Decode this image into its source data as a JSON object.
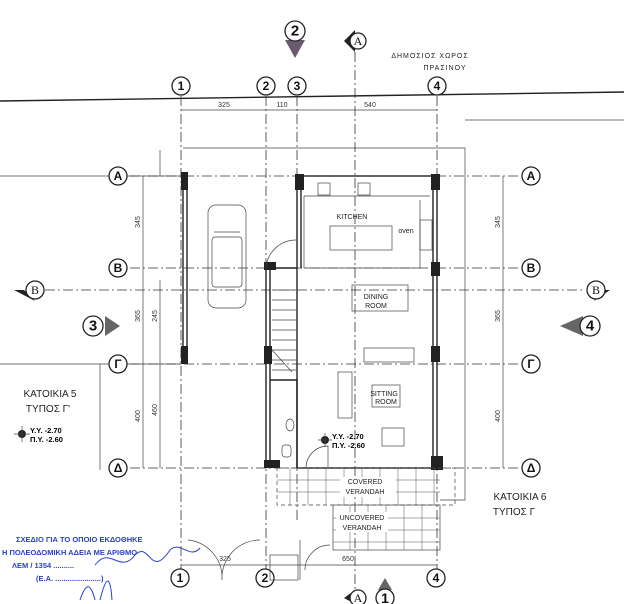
{
  "public_space_label": [
    "ΔΗΜΟΣΙΟΣ ΧΩΡΟΣ",
    "ΠΡΑΣΙΝΟΥ"
  ],
  "grid_columns": [
    "1",
    "2",
    "3",
    "4"
  ],
  "grid_rows": [
    "Α",
    "Β",
    "Γ",
    "Δ"
  ],
  "section_markers": {
    "top": "2",
    "bottom": "1",
    "left": "3",
    "right": "4",
    "section_a": "A",
    "section_b": "B"
  },
  "dimensions": {
    "top": [
      "325",
      "110",
      "540"
    ],
    "left_outer": [
      "345",
      "365",
      "400"
    ],
    "left_inner": [
      "245",
      "460"
    ],
    "right": [
      "345",
      "365",
      "400"
    ],
    "bottom": [
      "325",
      "650"
    ]
  },
  "rooms": {
    "kitchen": "KITCHEN",
    "oven": "oven",
    "dining": [
      "DINING",
      "ROOM"
    ],
    "sitting": [
      "SITTING",
      "ROOM"
    ],
    "covered_verandah": [
      "COVERED",
      "VERANDAH"
    ],
    "uncovered_verandah": [
      "UNCOVERED",
      "VERANDAH"
    ]
  },
  "levels": {
    "yy": "Υ.Υ. -2.70",
    "py": "Π.Υ. -2.60"
  },
  "neighbor_left": [
    "ΚΑΤΟΙΚΙΑ 5",
    "ΤΥΠΟΣ Γ'"
  ],
  "neighbor_right": [
    "ΚΑΤΟΙΚΙΑ 6",
    "ΤΥΠΟΣ Γ"
  ],
  "stamp": {
    "line1": "ΣΧΕΔΙΟ ΓΙΑ ΤΟ ΟΠΟΙΟ ΕΚΔΟΘΗΚΕ",
    "line2": "Η ΠΟΛΕΟΔΟΜΙΚΗ ΑΔΕΙΑ ΜΕ ΑΡΙΘΜΟ",
    "line3": "ΛΕΜ / 1354 ..........",
    "line4": "(Ε.Α. ......................)",
    "color": "#2a3fd0"
  }
}
